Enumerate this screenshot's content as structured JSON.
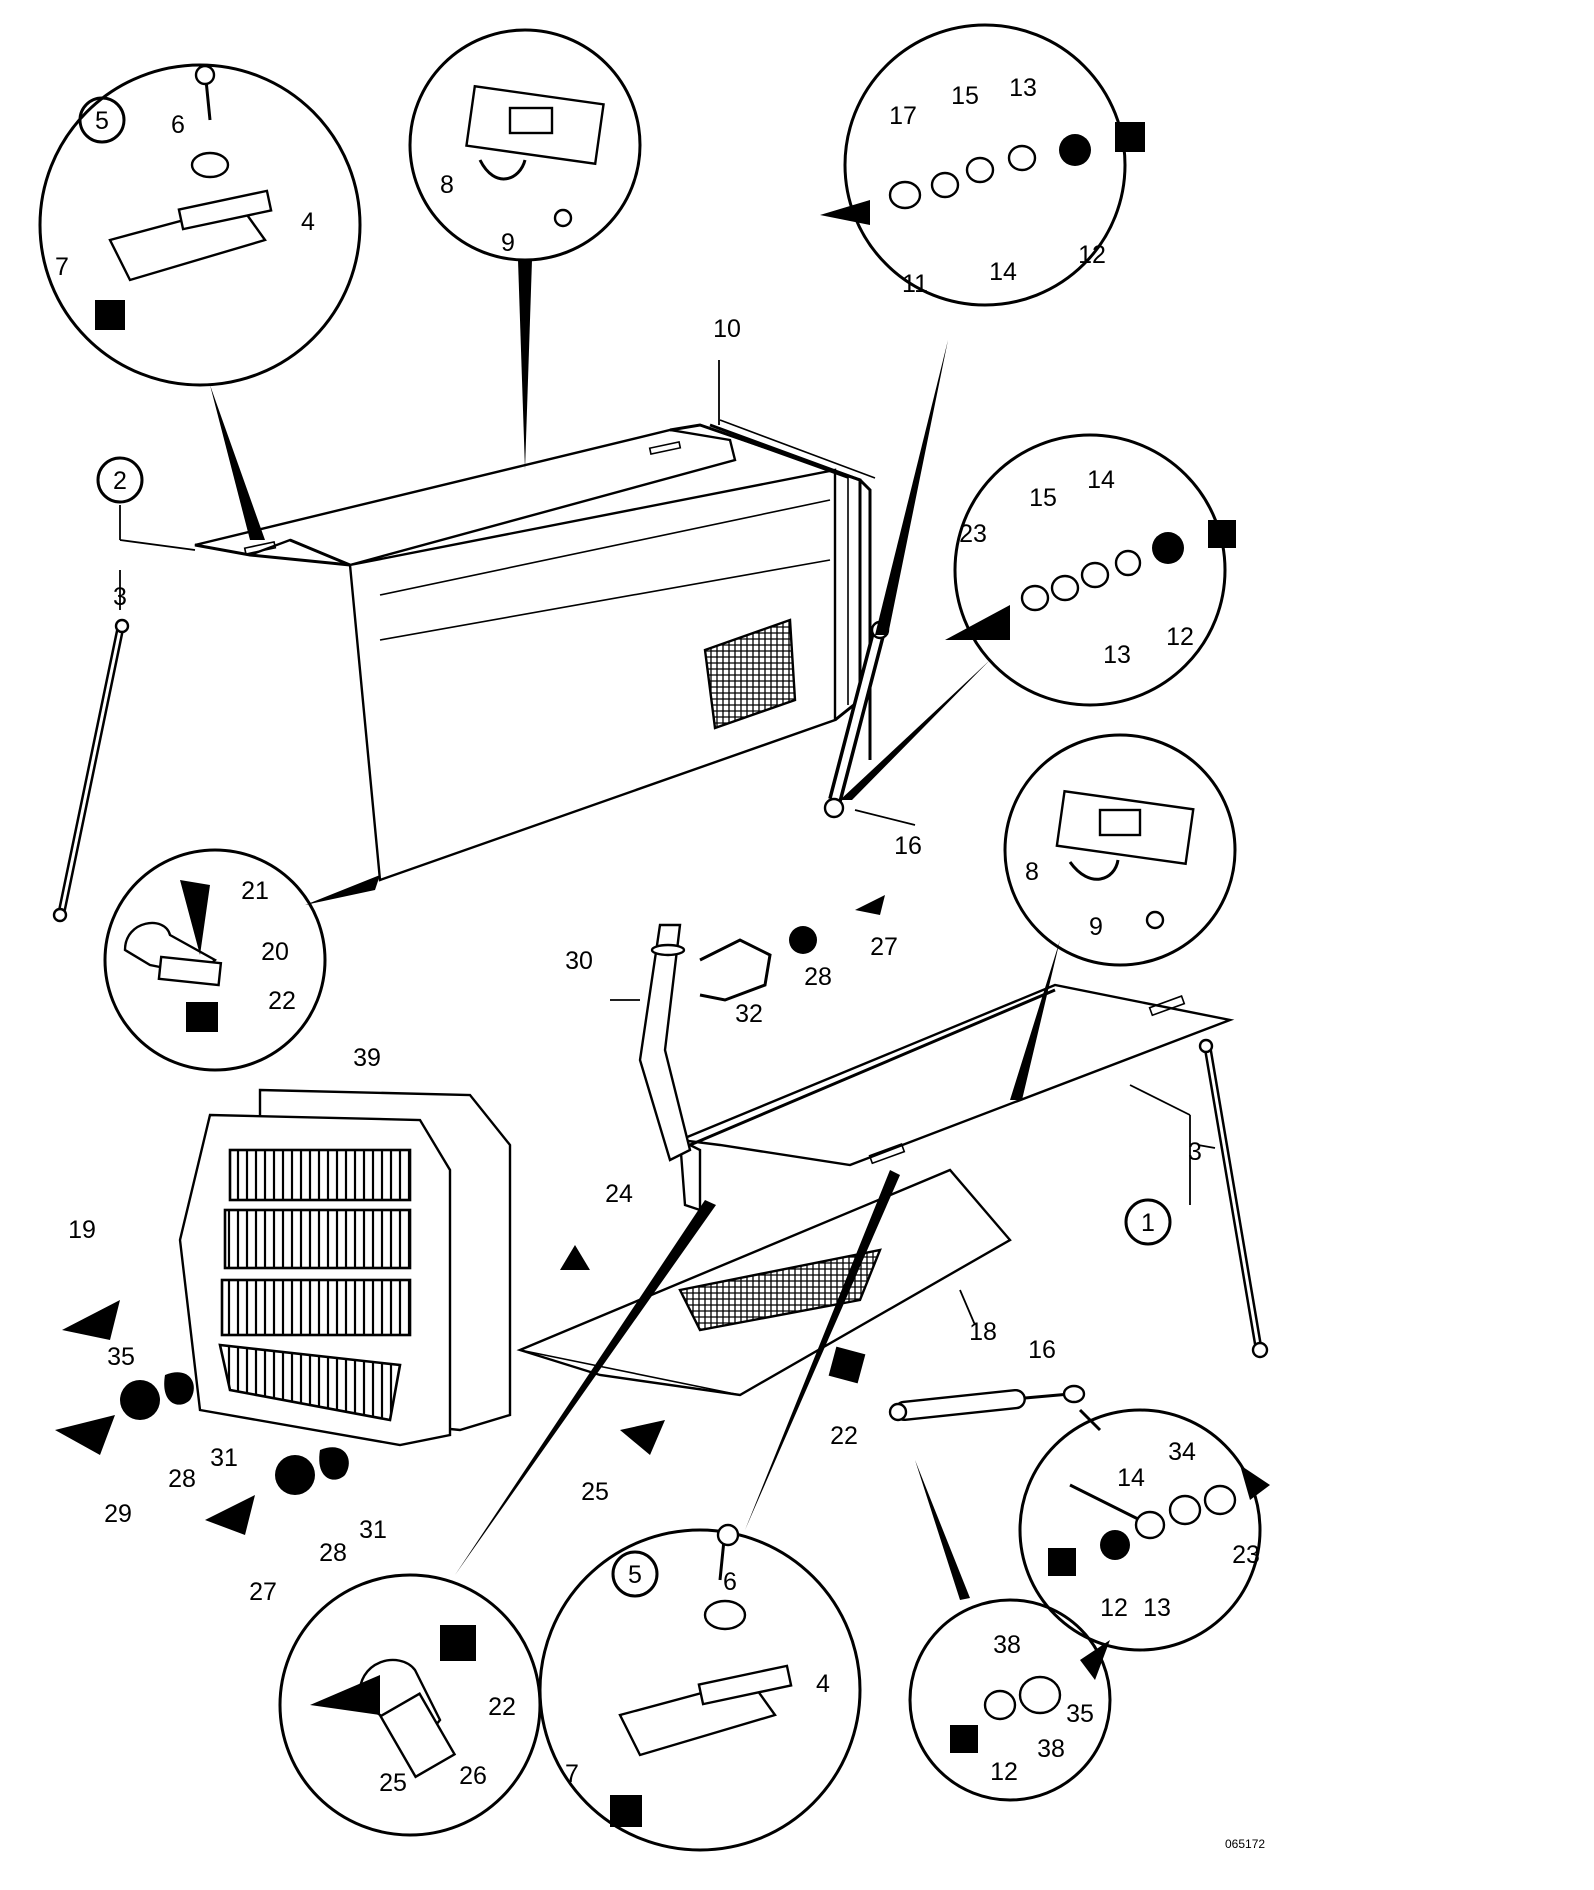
{
  "drawing_number": "065172",
  "callouts": [
    {
      "id": "c1",
      "text": "1"
    },
    {
      "id": "c2",
      "text": "2"
    },
    {
      "id": "c3a",
      "text": "3"
    },
    {
      "id": "c3b",
      "text": "3"
    },
    {
      "id": "c4a",
      "text": "4"
    },
    {
      "id": "c4b",
      "text": "4"
    },
    {
      "id": "c5a",
      "text": "5"
    },
    {
      "id": "c5b",
      "text": "5"
    },
    {
      "id": "c6a",
      "text": "6"
    },
    {
      "id": "c6b",
      "text": "6"
    },
    {
      "id": "c7a",
      "text": "7"
    },
    {
      "id": "c7b",
      "text": "7"
    },
    {
      "id": "c8a",
      "text": "8"
    },
    {
      "id": "c8b",
      "text": "8"
    },
    {
      "id": "c9a",
      "text": "9"
    },
    {
      "id": "c9b",
      "text": "9"
    },
    {
      "id": "c10",
      "text": "10"
    },
    {
      "id": "c11",
      "text": "11"
    },
    {
      "id": "c12a",
      "text": "12"
    },
    {
      "id": "c12b",
      "text": "12"
    },
    {
      "id": "c12c",
      "text": "12"
    },
    {
      "id": "c12d",
      "text": "12"
    },
    {
      "id": "c13a",
      "text": "13"
    },
    {
      "id": "c13b",
      "text": "13"
    },
    {
      "id": "c13c",
      "text": "13"
    },
    {
      "id": "c14a",
      "text": "14"
    },
    {
      "id": "c14b",
      "text": "14"
    },
    {
      "id": "c14c",
      "text": "14"
    },
    {
      "id": "c15a",
      "text": "15"
    },
    {
      "id": "c15b",
      "text": "15"
    },
    {
      "id": "c16a",
      "text": "16"
    },
    {
      "id": "c16b",
      "text": "16"
    },
    {
      "id": "c17",
      "text": "17"
    },
    {
      "id": "c18",
      "text": "18"
    },
    {
      "id": "c19",
      "text": "19"
    },
    {
      "id": "c20",
      "text": "20"
    },
    {
      "id": "c21",
      "text": "21"
    },
    {
      "id": "c22a",
      "text": "22"
    },
    {
      "id": "c22b",
      "text": "22"
    },
    {
      "id": "c22c",
      "text": "22"
    },
    {
      "id": "c23a",
      "text": "23"
    },
    {
      "id": "c23b",
      "text": "23"
    },
    {
      "id": "c24",
      "text": "24"
    },
    {
      "id": "c25a",
      "text": "25"
    },
    {
      "id": "c25b",
      "text": "25"
    },
    {
      "id": "c26",
      "text": "26"
    },
    {
      "id": "c27a",
      "text": "27"
    },
    {
      "id": "c27b",
      "text": "27"
    },
    {
      "id": "c28a",
      "text": "28"
    },
    {
      "id": "c28b",
      "text": "28"
    },
    {
      "id": "c28c",
      "text": "28"
    },
    {
      "id": "c29",
      "text": "29"
    },
    {
      "id": "c30",
      "text": "30"
    },
    {
      "id": "c31a",
      "text": "31"
    },
    {
      "id": "c31b",
      "text": "31"
    },
    {
      "id": "c32",
      "text": "32"
    },
    {
      "id": "c34",
      "text": "34"
    },
    {
      "id": "c35a",
      "text": "35"
    },
    {
      "id": "c35b",
      "text": "35"
    },
    {
      "id": "c38a",
      "text": "38"
    },
    {
      "id": "c38b",
      "text": "38"
    },
    {
      "id": "c39",
      "text": "39"
    }
  ]
}
